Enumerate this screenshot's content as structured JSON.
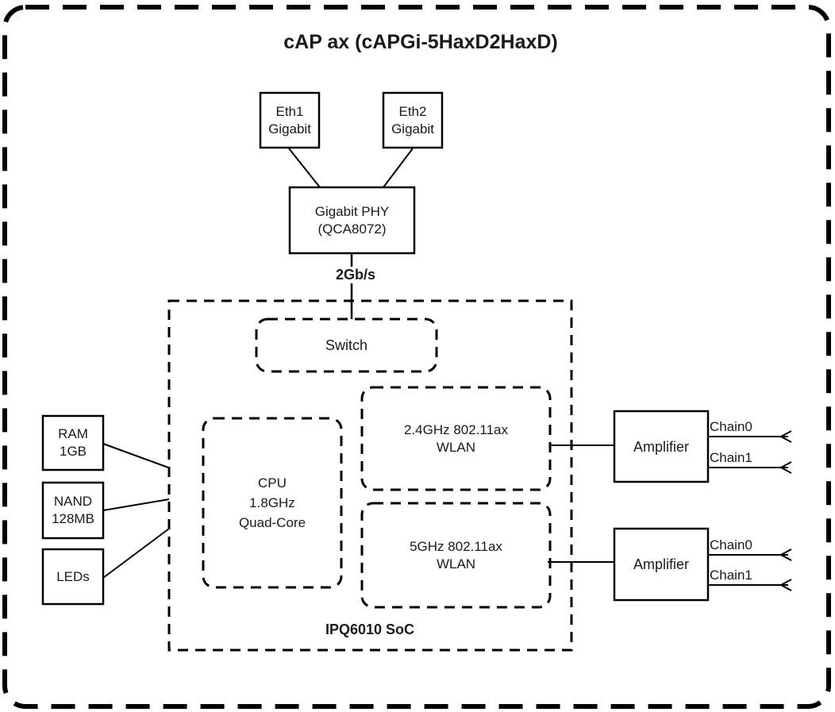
{
  "diagram": {
    "title": "cAP ax (cAPGi-5HaxD2HaxD)",
    "colors": {
      "line": "#000000",
      "background": "#ffffff",
      "text": "#1a1a1a"
    },
    "nodes": {
      "eth1": {
        "label": "Eth1\nGigabit"
      },
      "eth2": {
        "label": "Eth2\nGigabit"
      },
      "phy": {
        "label": "Gigabit PHY\n(QCA8072)"
      },
      "link": {
        "label": "2Gb/s"
      },
      "soc": {
        "label": "IPQ6010 SoC"
      },
      "switch": {
        "label": "Switch"
      },
      "cpu": {
        "label": "CPU\n1.8GHz\nQuad-Core"
      },
      "wlan24": {
        "label": "2.4GHz 802.11ax\nWLAN"
      },
      "wlan5": {
        "label": "5GHz 802.11ax\nWLAN"
      },
      "ram": {
        "label": "RAM\n1GB"
      },
      "nand": {
        "label": "NAND\n128MB"
      },
      "leds": {
        "label": "LEDs"
      },
      "amp24": {
        "label": "Amplifier"
      },
      "amp5": {
        "label": "Amplifier"
      },
      "amp24_chain0": {
        "label": "Chain0"
      },
      "amp24_chain1": {
        "label": "Chain1"
      },
      "amp5_chain0": {
        "label": "Chain0"
      },
      "amp5_chain1": {
        "label": "Chain1"
      }
    }
  }
}
